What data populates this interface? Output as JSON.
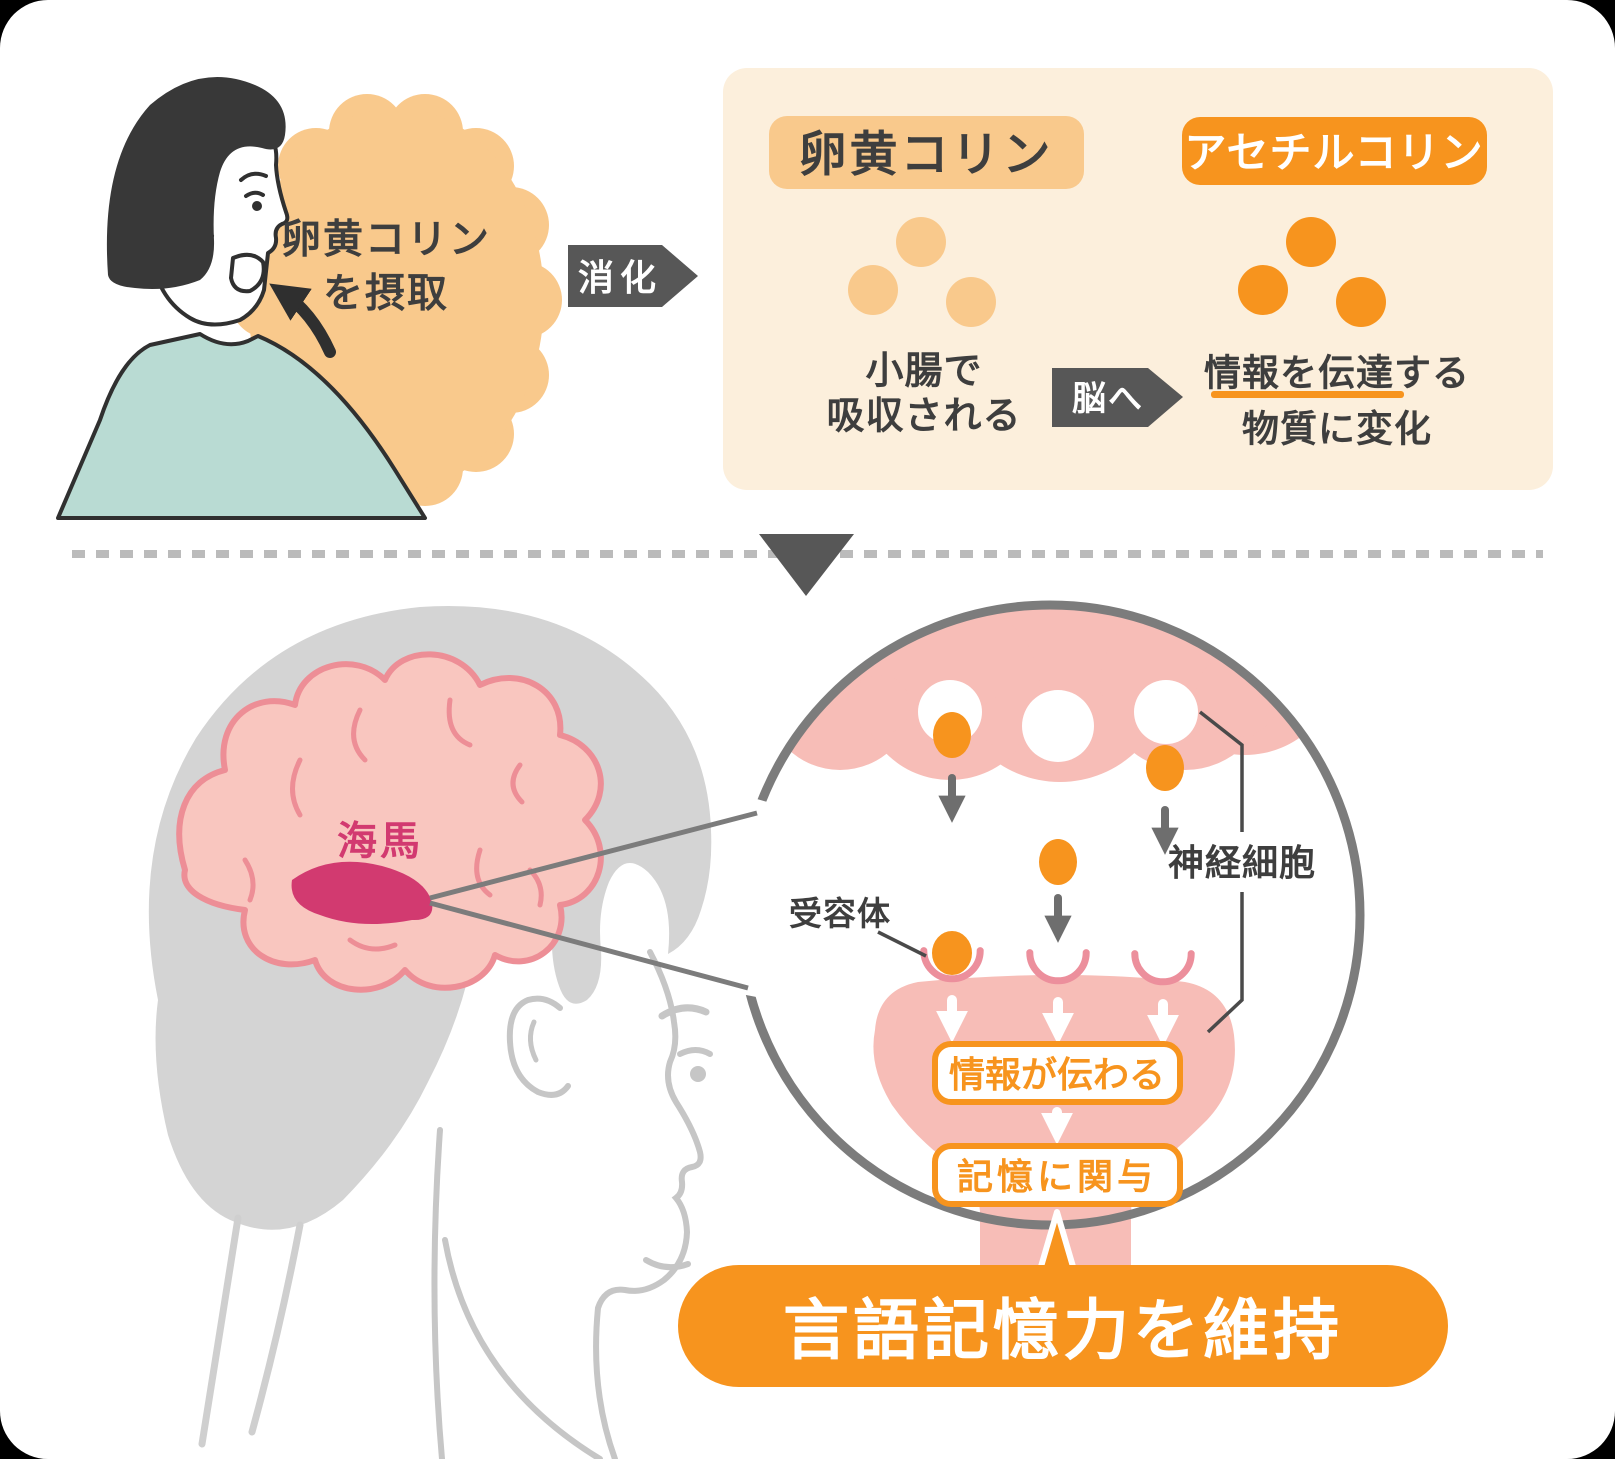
{
  "top_flow": {
    "intake_bubble": {
      "line1": "卵黄コリン",
      "line2": "を摂取"
    },
    "digestion_arrow_label": "消化",
    "panel": {
      "egg_choline": {
        "label": "卵黄コリン",
        "caption_line1": "小腸で",
        "caption_line2": "吸収される"
      },
      "to_brain_arrow_label": "脳へ",
      "acetylcholine": {
        "label": "アセチルコリン",
        "caption_line1": "情報を伝達する",
        "caption_line2": "物質に変化"
      }
    }
  },
  "bottom_section": {
    "hippocampus_label": "海馬",
    "magnifier": {
      "receptor_label": "受容体",
      "neuron_label": "神経細胞",
      "info_box_label": "情報が伝わる",
      "memory_box_label": "記憶に関与"
    },
    "banner_label": "言語記憶力を維持"
  },
  "colors": {
    "orange": "#F7941E",
    "light_orange": "#F9C98C",
    "cream_panel": "#FCEFDC",
    "neuron_pink": "#F7BDB7",
    "pink_outline": "#EC8F9C",
    "brain_pink": "#F9C6BF",
    "hippocampus_magenta": "#D23A70",
    "arrow_dark_gray": "#575757",
    "text_dark": "#3E3E3E",
    "circle_gray": "#7C7C7C",
    "head_gray": "#D4D4D4",
    "shirt_teal": "#B9DBD3"
  }
}
